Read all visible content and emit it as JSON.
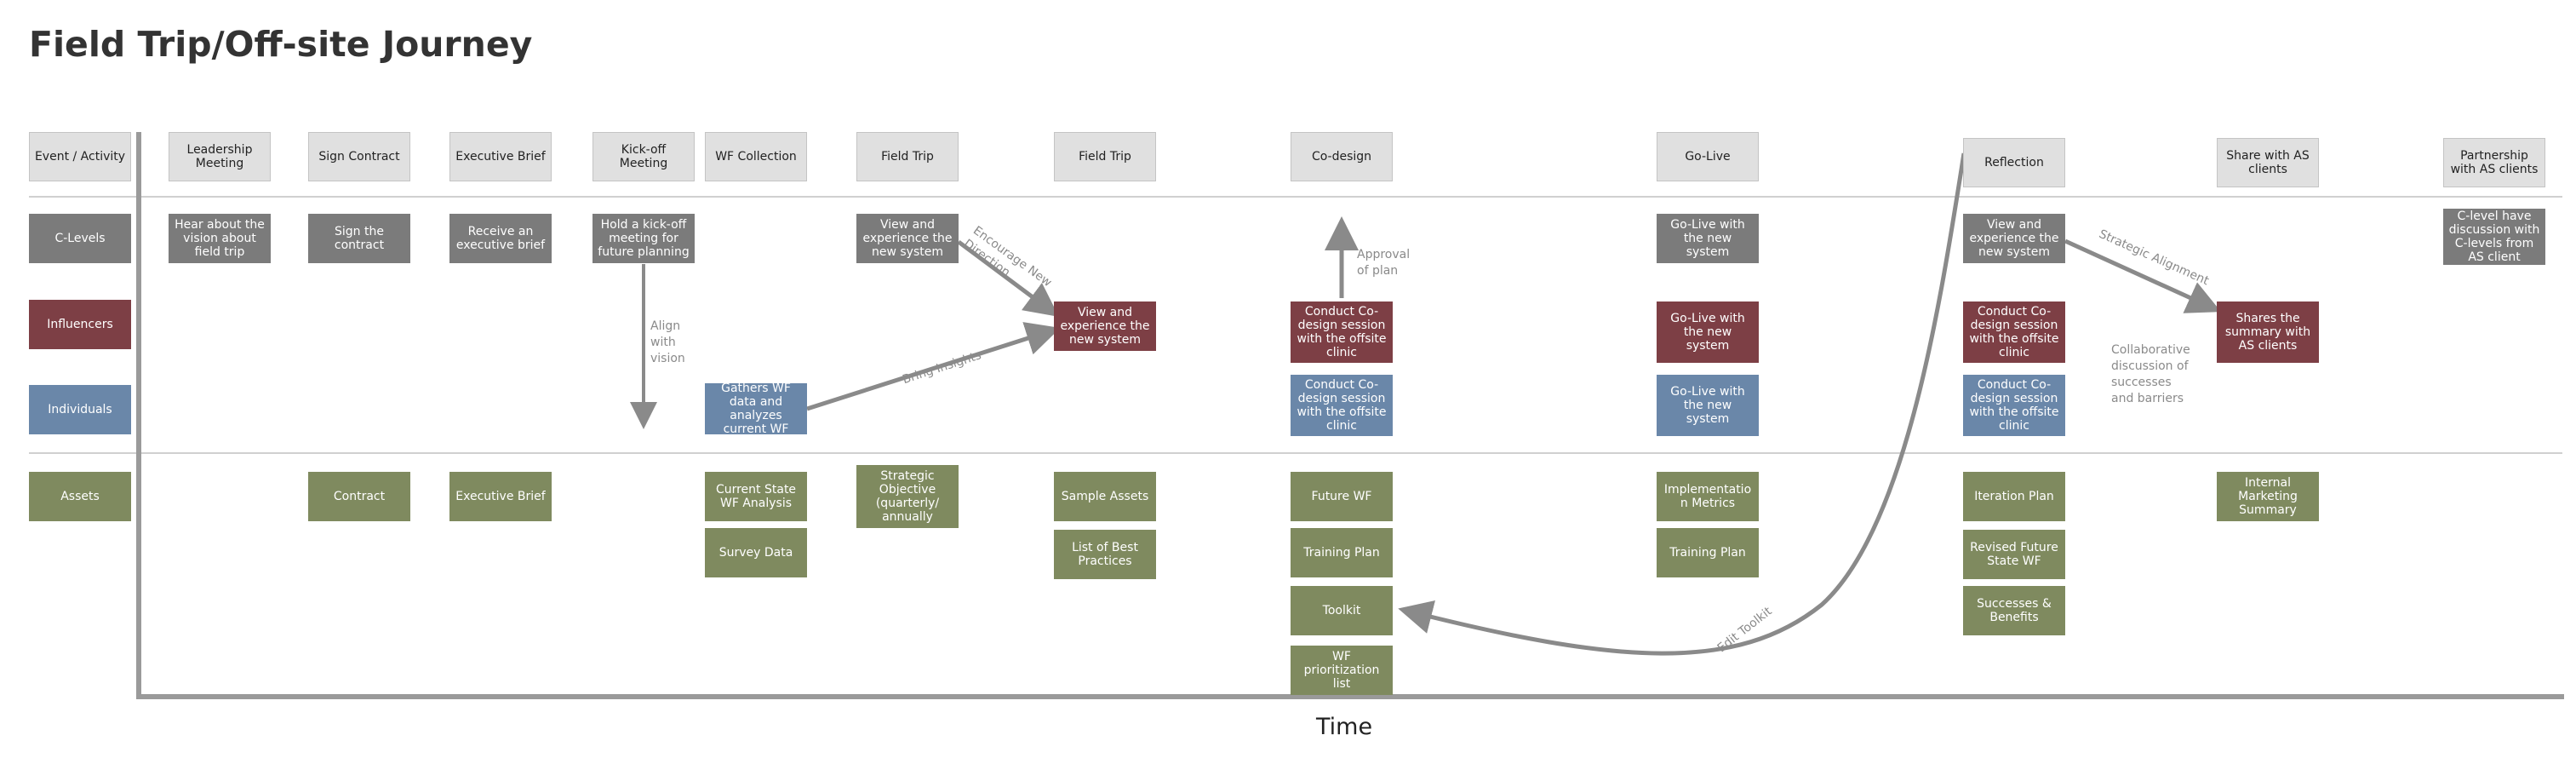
{
  "title": "Field Trip/Off-site Journey",
  "x_axis_label": "Time",
  "colors": {
    "header": "#e0e0e0",
    "c_levels": "#7b7b7b",
    "influencers": "#7d3f45",
    "individuals": "#6a87a9",
    "assets": "#7f8a5f",
    "axis": "#9a9a9a"
  },
  "rows": {
    "event_activity": "Event / Activity",
    "c_levels": "C-Levels",
    "influencers": "Influencers",
    "individuals": "Individuals",
    "assets": "Assets"
  },
  "stages": [
    "Leadership Meeting",
    "Sign Contract",
    "Executive Brief",
    "Kick-off Meeting",
    "WF Collection",
    "Field Trip",
    "Field Trip",
    "Co-design",
    "Go-Live",
    "Reflection",
    "Share with AS clients",
    "Partnership with AS clients"
  ],
  "cards": {
    "hear_vision": "Hear about the vision about field trip",
    "sign_contract": "Sign the contract",
    "receive_brief": "Receive an executive brief",
    "hold_kickoff": "Hold a kick-off meeting for future planning",
    "view_experience_1": "View and experience the new system",
    "view_experience_2": "View and experience the new system",
    "gathers_wf": "Gathers WF data and analyzes current WF",
    "codesign_red": "Conduct Co-design session with the offsite clinic",
    "codesign_blue": "Conduct Co-design session with the offsite clinic",
    "golive_gray": "Go-Live with the new system",
    "golive_red": "Go-Live with the new system",
    "golive_blue": "Go-Live with the new system",
    "reflection_view": "View and experience the new system",
    "reflection_red": "Conduct Co-design session with the offsite clinic",
    "reflection_blue": "Conduct Co-design session with the offsite clinic",
    "shares_summary": "Shares the summary with AS clients",
    "clevel_discussion": "C-level have discussion with C-levels from AS client"
  },
  "assets": {
    "contract": "Contract",
    "executive_brief": "Executive Brief",
    "current_state": "Current State WF Analysis",
    "survey_data": "Survey Data",
    "strategic_objective": "Strategic Objective (quarterly/ annually",
    "sample_assets": "Sample Assets",
    "list_best_practices": "List of Best Practices",
    "future_wf": "Future WF",
    "training_plan_1": "Training Plan",
    "toolkit": "Toolkit",
    "wf_prioritization": "WF prioritization list",
    "implementation_metrics": "Implementatio n Metrics",
    "training_plan_2": "Training Plan",
    "iteration_plan": "Iteration Plan",
    "revised_future": "Revised Future State WF",
    "successes_benefits": "Successes & Benefits",
    "internal_marketing": "Internal Marketing Summary"
  },
  "annotations": {
    "align_with_vision": "Align with vision",
    "encourage_new_direction": "Encourage New Direction",
    "bring_insights": "Bring Insights",
    "approval_of_plan": "Approval of plan",
    "strategic_alignment": "Strategic Alignment",
    "collaborative_discussion": "Collaborative discussion of successes and barriers",
    "edit_toolkit": "Edit Toolkit"
  }
}
